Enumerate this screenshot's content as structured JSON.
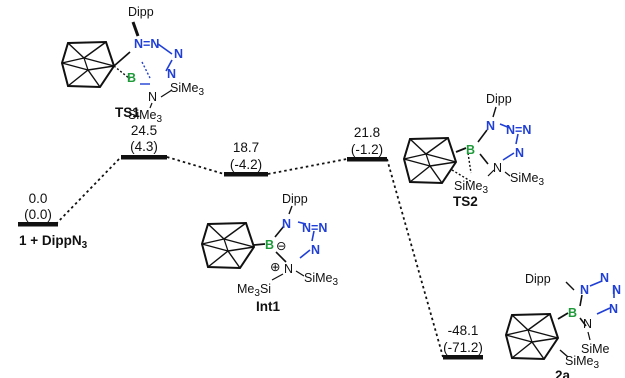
{
  "states": [
    {
      "energy": "0.0",
      "corrected": "(0.0)",
      "label": "1 + DippN",
      "label_sub": "3"
    },
    {
      "energy": "24.5",
      "corrected": "(4.3)",
      "label": "TS1"
    },
    {
      "energy": "18.7",
      "corrected": "(-4.2)",
      "label": "Int1"
    },
    {
      "energy": "21.8",
      "corrected": "(-1.2)",
      "label": "TS2"
    },
    {
      "energy": "-48.1",
      "corrected": "(-71.2)",
      "label": "2a"
    }
  ],
  "atoms": {
    "nitrogen": "N",
    "boron": "B",
    "nitrogen_run": "N=N",
    "minus": "⊖",
    "plus": "⊕"
  },
  "groups": {
    "dipp": "Dipp",
    "sime3": "SiMe",
    "sime3_sub": "3",
    "me3si": "Me",
    "me3si_sub": "3",
    "me3si_tail": "Si",
    "sime_2a": "SiMe"
  },
  "colors": {
    "nitrogen": "#1f3fd6",
    "boron": "#1f9a3a",
    "line": "#111111"
  }
}
